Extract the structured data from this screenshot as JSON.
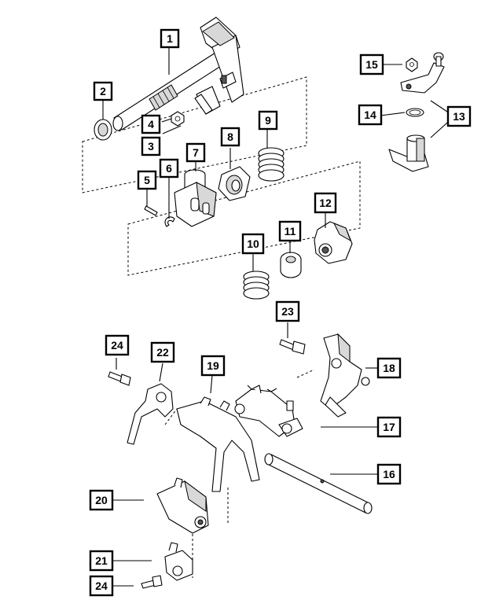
{
  "diagram": {
    "callouts": [
      {
        "id": "1",
        "label": "1"
      },
      {
        "id": "2",
        "label": "2"
      },
      {
        "id": "3",
        "label": "3"
      },
      {
        "id": "4",
        "label": "4"
      },
      {
        "id": "5",
        "label": "5"
      },
      {
        "id": "6",
        "label": "6"
      },
      {
        "id": "7",
        "label": "7"
      },
      {
        "id": "8",
        "label": "8"
      },
      {
        "id": "9",
        "label": "9"
      },
      {
        "id": "10",
        "label": "10"
      },
      {
        "id": "11",
        "label": "11"
      },
      {
        "id": "12",
        "label": "12"
      },
      {
        "id": "13",
        "label": "13"
      },
      {
        "id": "14",
        "label": "14"
      },
      {
        "id": "15",
        "label": "15"
      },
      {
        "id": "16",
        "label": "16"
      },
      {
        "id": "17",
        "label": "17"
      },
      {
        "id": "18",
        "label": "18"
      },
      {
        "id": "19",
        "label": "19"
      },
      {
        "id": "20",
        "label": "20"
      },
      {
        "id": "21",
        "label": "21"
      },
      {
        "id": "22",
        "label": "22"
      },
      {
        "id": "23",
        "label": "23"
      },
      {
        "id": "24a",
        "label": "24"
      },
      {
        "id": "24b",
        "label": "24"
      }
    ]
  }
}
